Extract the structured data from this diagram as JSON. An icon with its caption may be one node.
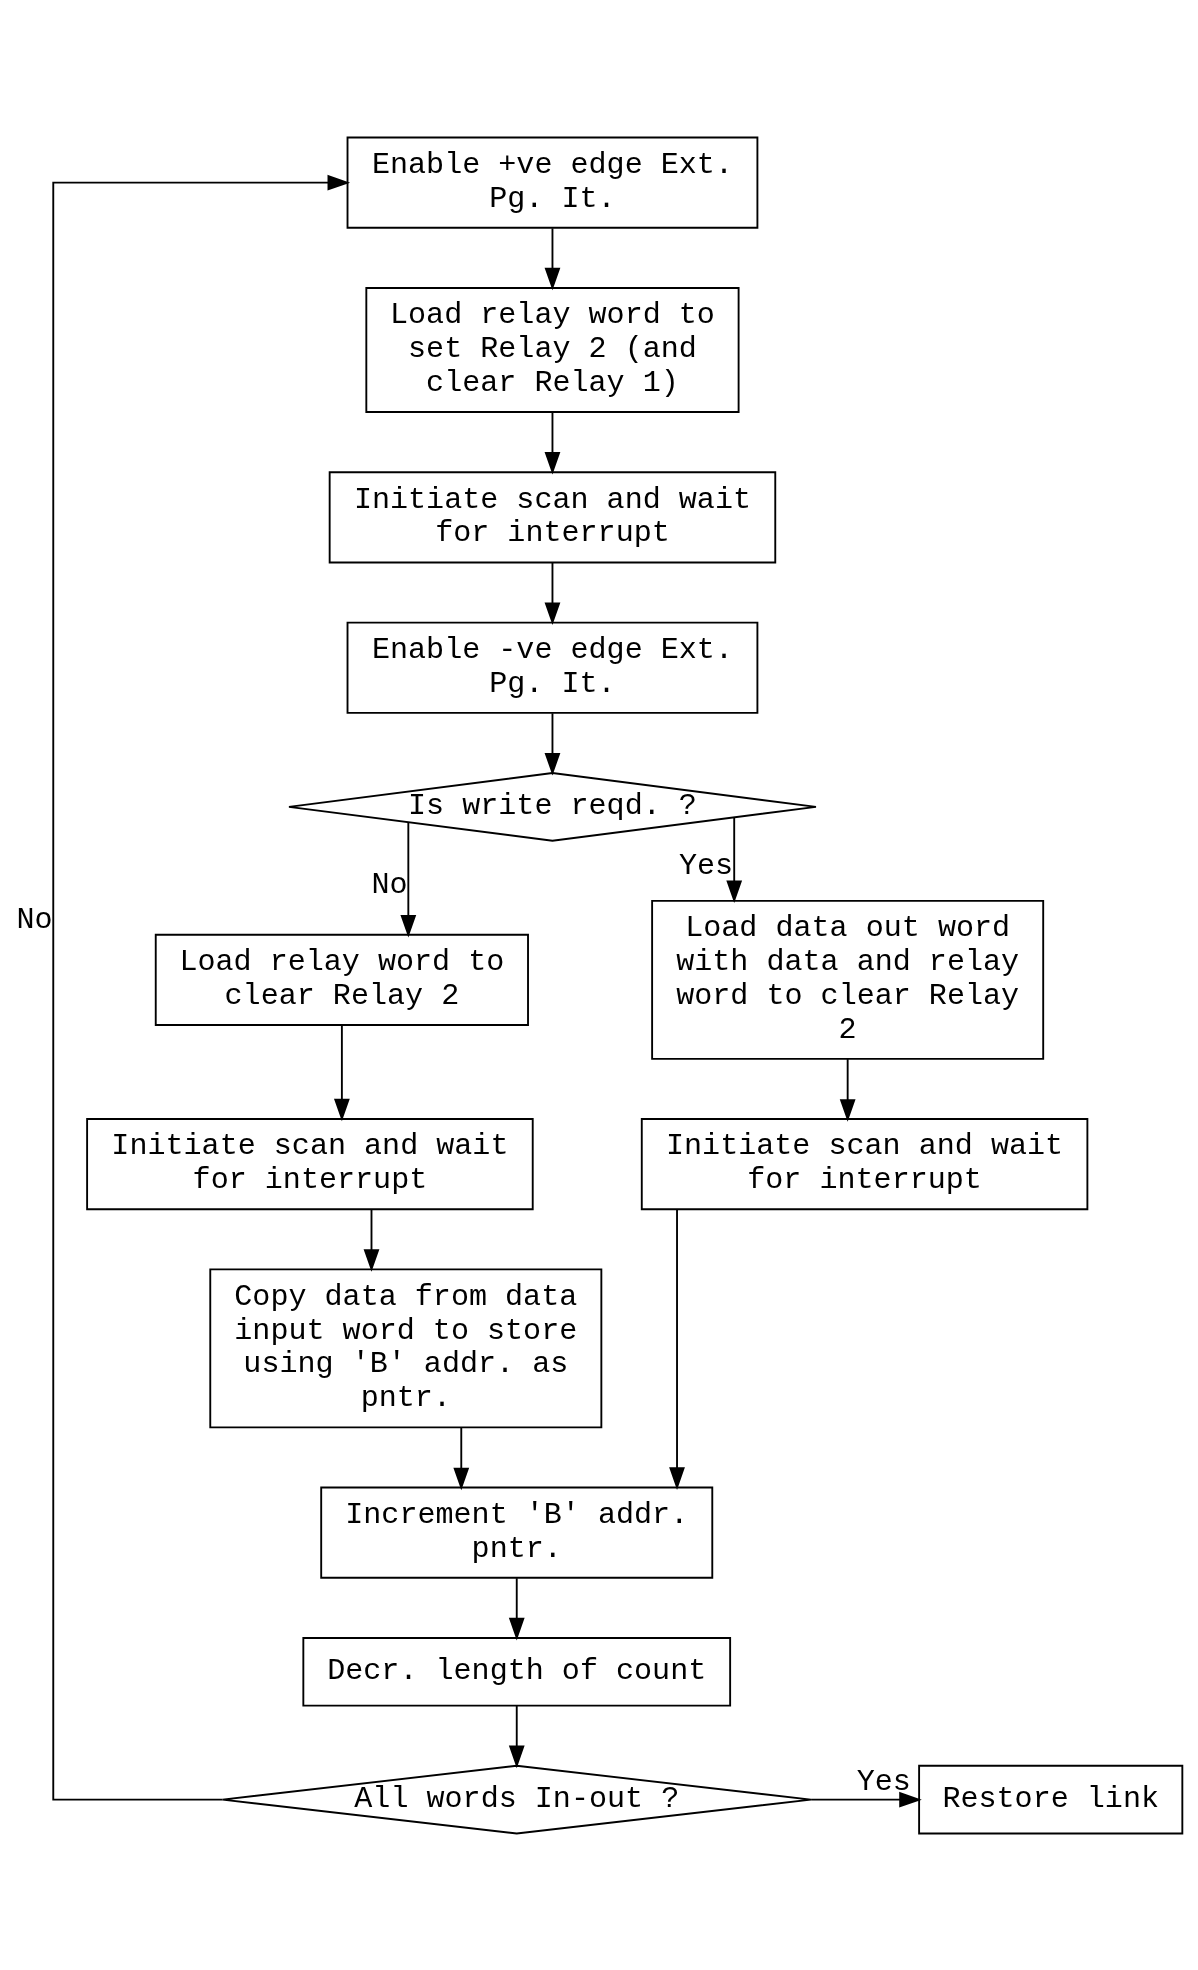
{
  "diagram": {
    "nodes": [
      {
        "text": [
          "Enable +ve edge Ext. Pg. It."
        ]
      },
      {
        "text": [
          "Load relay word to set Relay 2 (and clear Relay 1)"
        ]
      },
      {
        "text": [
          "Initiate scan and wait for interrupt"
        ]
      },
      {
        "text": [
          "Enable -ve edge Ext. Pg. It."
        ]
      },
      {
        "text": [
          "Is write reqd. ?"
        ]
      },
      {
        "text": [
          "Load relay word to clear Relay 2"
        ]
      },
      {
        "text": [
          "Load data out word with data and relay word to clear Relay 2"
        ]
      },
      {
        "text": [
          "Initiate scan and wait for interrupt"
        ]
      },
      {
        "text": [
          "Initiate scan and wait for interrupt"
        ]
      },
      {
        "text": [
          "Copy data from data input word to store using 'B' addr. as pntr."
        ]
      },
      {
        "text": [
          "Increment 'B' addr. pntr."
        ]
      },
      {
        "text": [
          "Decr. length of count"
        ]
      },
      {
        "text": [
          "All words In-out ?"
        ]
      },
      {
        "text": [
          "Restore link"
        ]
      }
    ],
    "edges": [
      {
        "from": 0,
        "to": 1,
        "arrow": "to"
      },
      {
        "from": 1,
        "to": 2,
        "arrow": "to"
      },
      {
        "from": 2,
        "to": 3,
        "arrow": "to"
      },
      {
        "from": 3,
        "to": 4,
        "arrow": "to"
      },
      {
        "from": 4,
        "to": 5,
        "label": "No",
        "arrow": "to"
      },
      {
        "from": 4,
        "to": 6,
        "label": "Yes",
        "arrow": "to"
      },
      {
        "from": 5,
        "to": 7,
        "arrow": "to"
      },
      {
        "from": 7,
        "to": 9,
        "arrow": "to"
      },
      {
        "from": 6,
        "to": 8,
        "arrow": "to"
      },
      {
        "from": 9,
        "to": 10,
        "arrow": "to"
      },
      {
        "from": 8,
        "to": 10,
        "arrow": "to"
      },
      {
        "from": 10,
        "to": 11,
        "arrow": "to"
      },
      {
        "from": 11,
        "to": 12,
        "arrow": "to"
      },
      {
        "from": 12,
        "to": 0,
        "label": "No",
        "arrow": "to"
      },
      {
        "from": 12,
        "to": 13,
        "label": "Yes",
        "arrow": "to"
      }
    ]
  }
}
